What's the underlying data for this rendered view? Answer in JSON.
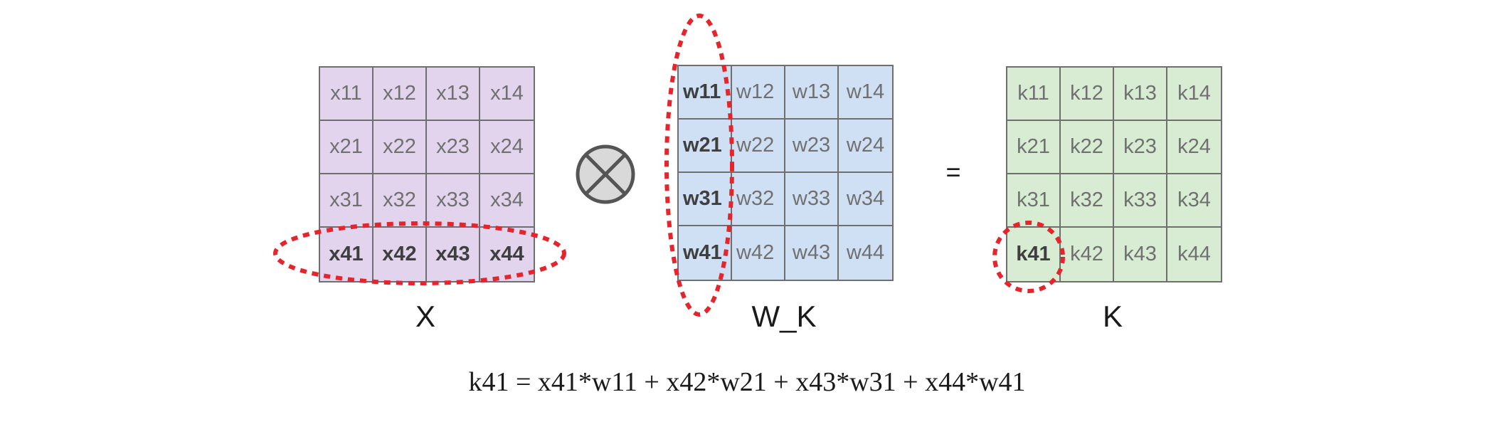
{
  "matrices": {
    "x": {
      "label": "X",
      "cells": [
        [
          "x11",
          "x12",
          "x13",
          "x14"
        ],
        [
          "x21",
          "x22",
          "x23",
          "x24"
        ],
        [
          "x31",
          "x32",
          "x33",
          "x34"
        ],
        [
          "x41",
          "x42",
          "x43",
          "x44"
        ]
      ],
      "highlight": "row 4"
    },
    "w_k": {
      "label": "W_K",
      "cells": [
        [
          "w11",
          "w12",
          "w13",
          "w14"
        ],
        [
          "w21",
          "w22",
          "w23",
          "w24"
        ],
        [
          "w31",
          "w32",
          "w33",
          "w34"
        ],
        [
          "w41",
          "w42",
          "w43",
          "w44"
        ]
      ],
      "highlight": "column 1"
    },
    "k": {
      "label": "K",
      "cells": [
        [
          "k11",
          "k12",
          "k13",
          "k14"
        ],
        [
          "k21",
          "k22",
          "k23",
          "k24"
        ],
        [
          "k31",
          "k32",
          "k33",
          "k34"
        ],
        [
          "k41",
          "k42",
          "k43",
          "k44"
        ]
      ],
      "highlight": "cell k41"
    }
  },
  "operators": {
    "multiply_icon": "circled-times-icon",
    "equals": "="
  },
  "formula": "k41 = x41*w11 + x42*w21 + x43*w31 + x44*w41",
  "colors": {
    "x_fill": "#e2d4ec",
    "w_k_fill": "#cfe0f4",
    "k_fill": "#d8ecd3",
    "grid_line": "#6f6f6f",
    "highlight_dash": "#e5242b",
    "operator_fill": "#d9d9d9"
  }
}
